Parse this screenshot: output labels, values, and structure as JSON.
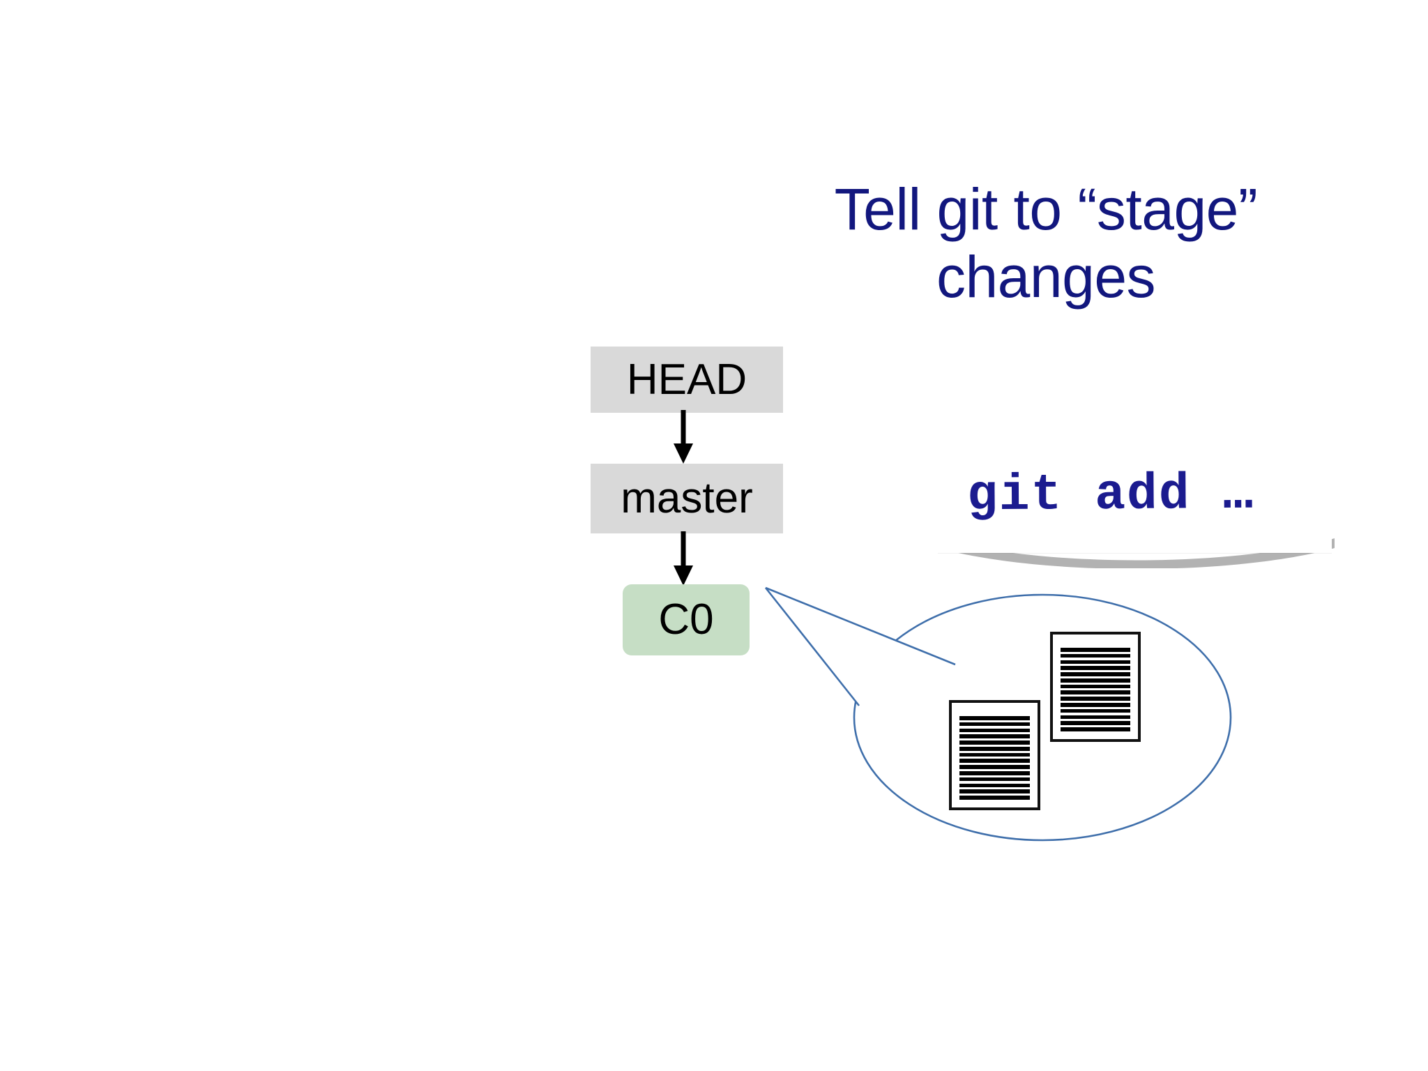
{
  "slide": {
    "background_color": "#ffffff",
    "title": {
      "text": "Tell git to “stage”\nchanges",
      "color": "#12177e"
    }
  },
  "graph": {
    "boxes": [
      {
        "id": "head",
        "label": "HEAD",
        "fill": "#d9d9d9",
        "text_color": "#000000",
        "shape": "rect"
      },
      {
        "id": "master",
        "label": "master",
        "fill": "#d9d9d9",
        "text_color": "#000000",
        "shape": "rect"
      },
      {
        "id": "c0",
        "label": "C0",
        "fill": "#c6dec5",
        "text_color": "#000000",
        "shape": "rounded-rect"
      }
    ],
    "arrows": [
      {
        "from": "head",
        "to": "master",
        "color": "#000000",
        "direction": "down"
      },
      {
        "from": "master",
        "to": "c0",
        "color": "#000000",
        "direction": "down"
      }
    ]
  },
  "command_card": {
    "command": "git add …",
    "text_color": "#1b1b8f",
    "card_color": "#ffffff"
  },
  "callout": {
    "shape": "speech-bubble-ellipse",
    "outline_color": "#3f6fab",
    "fill": "#ffffff",
    "tail_points_to": "c0",
    "documents": [
      {
        "id": "doc-back",
        "line_count": 14,
        "border_color": "#111111",
        "fill": "#ffffff"
      },
      {
        "id": "doc-front",
        "line_count": 14,
        "border_color": "#111111",
        "fill": "#ffffff"
      }
    ]
  }
}
